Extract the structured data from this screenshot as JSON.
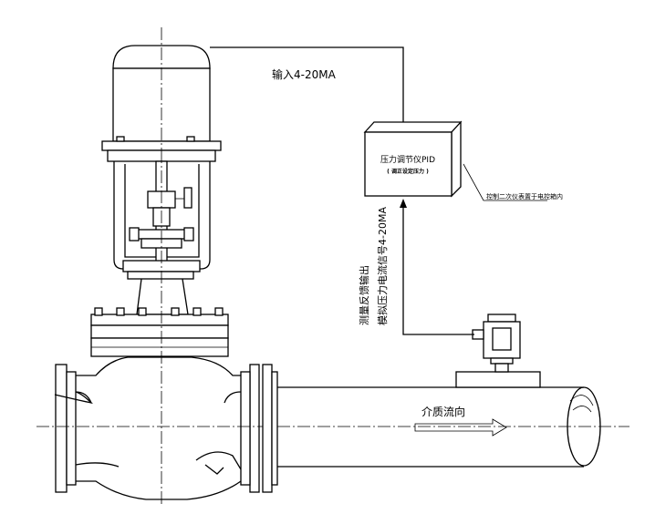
{
  "diagram": {
    "input_signal": "输入4-20MA",
    "controller": {
      "title": "压力调节仪PID",
      "subtitle": "( 调正设定压力 )"
    },
    "secondary_instrument_note": "控制二次仪表置于电控箱内",
    "transmitter_line1": "测量反馈输出",
    "transmitter_line2": "模拟压力电流信号4-20MA",
    "flow_label": "介质流向"
  }
}
